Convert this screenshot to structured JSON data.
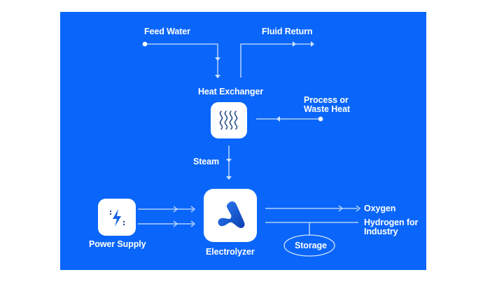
{
  "diagram": {
    "title": "Electrolyzer process flow",
    "colors": {
      "background": "#0a66fa",
      "line": "#cfe3ff",
      "node_fill": "#ffffff",
      "icon_blue": "#1560e8",
      "icon_dark": "#2b4e8c"
    },
    "labels": {
      "feed_water": "Feed Water",
      "fluid_return": "Fluid Return",
      "heat_exchanger": "Heat Exchanger",
      "process_heat_line1": "Process or",
      "process_heat_line2": "Waste Heat",
      "steam": "Steam",
      "power_supply": "Power Supply",
      "electrolyzer": "Electrolyzer",
      "oxygen": "Oxygen",
      "hydrogen_line1": "Hydrogen for",
      "hydrogen_line2": "Industry",
      "storage": "Storage"
    },
    "nodes": [
      {
        "id": "heat-exchanger",
        "icon": "heat-waves-icon"
      },
      {
        "id": "power-supply",
        "icon": "lightning-bolt-icon"
      },
      {
        "id": "electrolyzer",
        "icon": "electrolyzer-logo-icon"
      },
      {
        "id": "storage",
        "shape": "ellipse"
      }
    ],
    "edges": [
      {
        "from": "Feed Water",
        "to": "Heat Exchanger"
      },
      {
        "from": "Heat Exchanger",
        "to": "Fluid Return"
      },
      {
        "from": "Process or Waste Heat",
        "to": "Heat Exchanger"
      },
      {
        "from": "Heat Exchanger",
        "to": "Electrolyzer",
        "label": "Steam"
      },
      {
        "from": "Power Supply",
        "to": "Electrolyzer"
      },
      {
        "from": "Power Supply",
        "to": "Electrolyzer"
      },
      {
        "from": "Electrolyzer",
        "to": "Oxygen"
      },
      {
        "from": "Electrolyzer",
        "to": "Hydrogen for Industry"
      },
      {
        "from": "Hydrogen for Industry",
        "to": "Storage"
      }
    ]
  }
}
